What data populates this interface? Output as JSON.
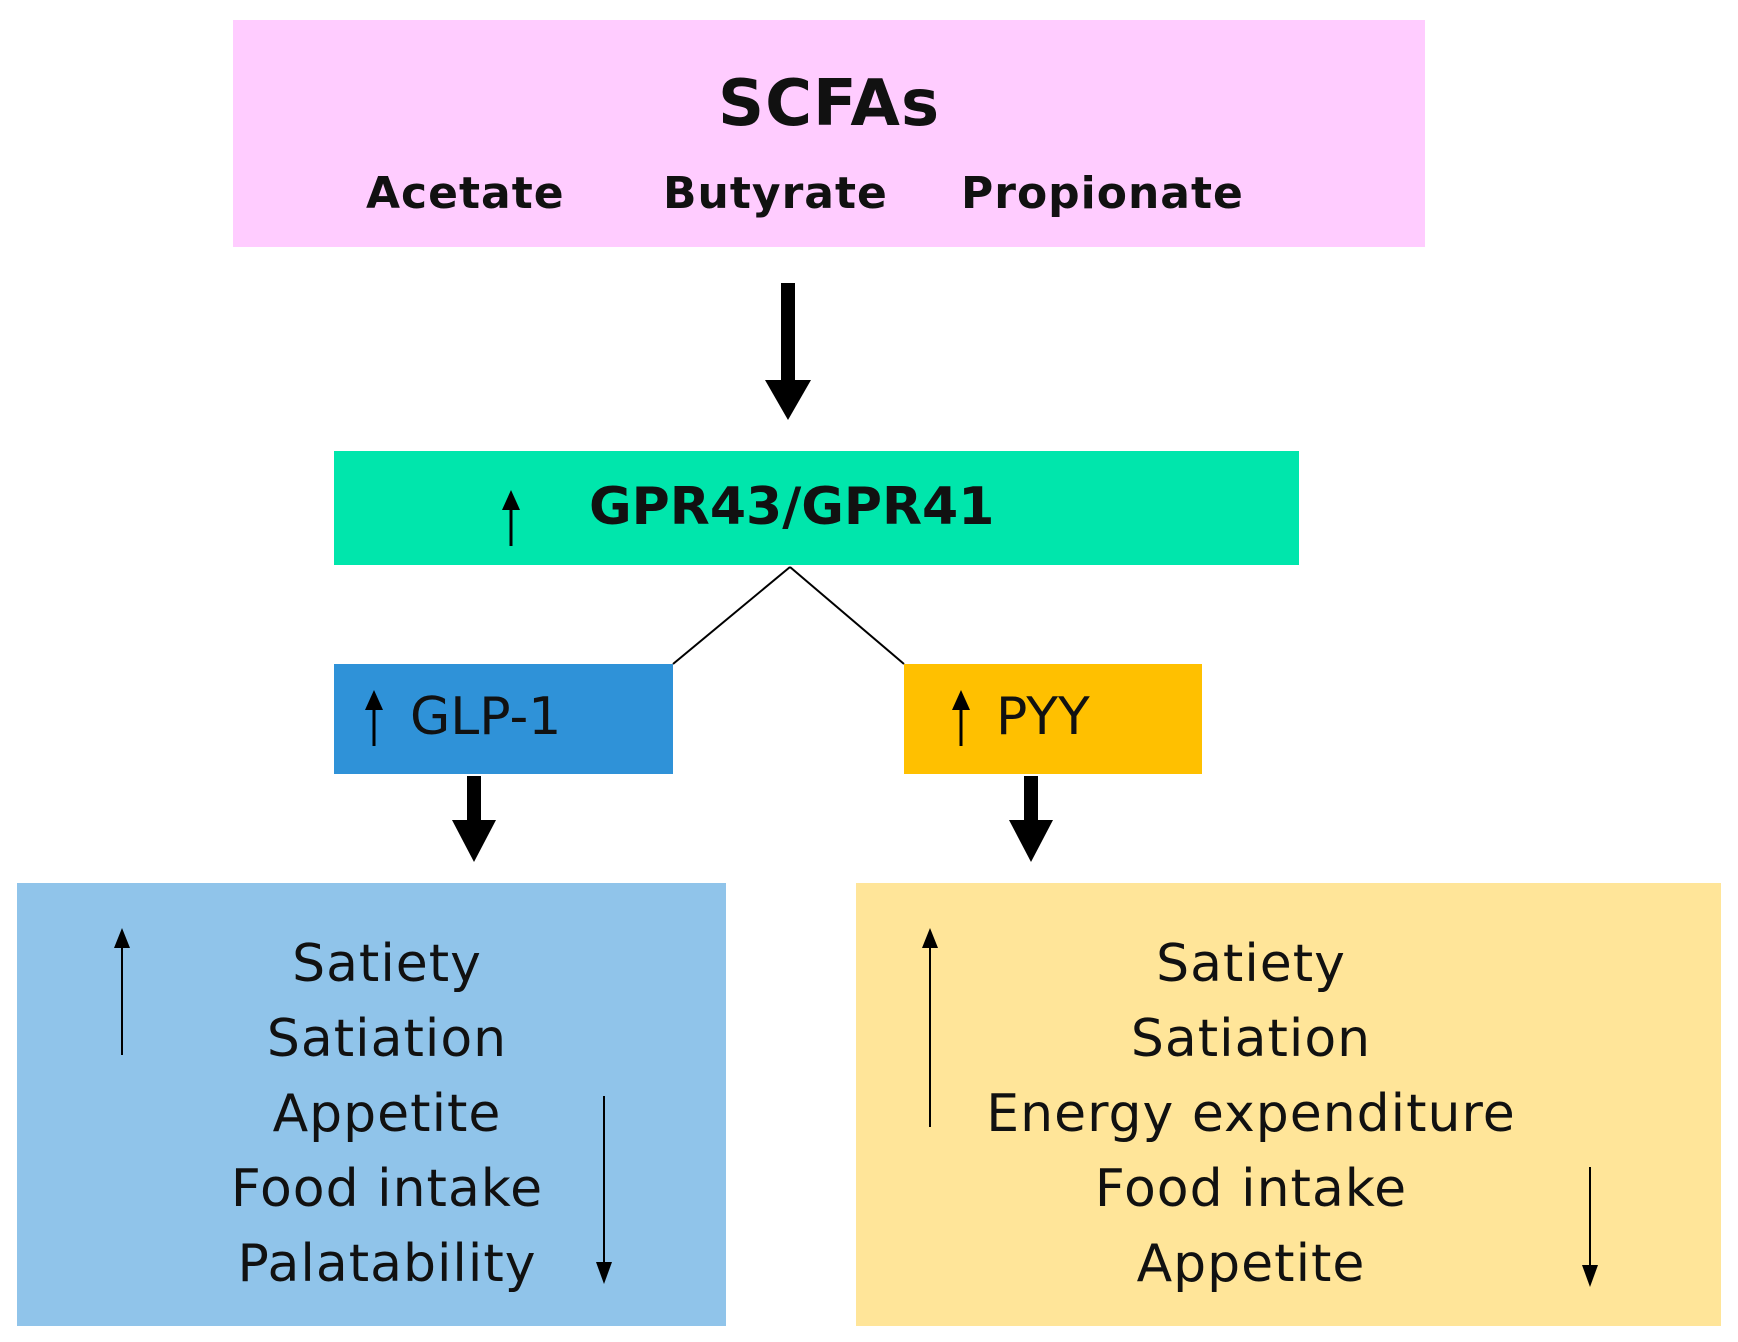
{
  "colors": {
    "scfa_box": "#ffccff",
    "gpr_box": "#00e6ac",
    "glp_box": "#2f92d8",
    "pyy_box": "#ffc000",
    "glp_effects_box": "#90c4ea",
    "pyy_effects_box": "#ffe599",
    "arrow": "#000000"
  },
  "scfa": {
    "title": "SCFAs",
    "items": [
      "Acetate",
      "Butyrate",
      "Propionate"
    ]
  },
  "receptor": {
    "label": "GPR43/GPR41",
    "direction": "up"
  },
  "hormones": {
    "glp1": {
      "label": "GLP-1",
      "direction": "up"
    },
    "pyy": {
      "label": "PYY",
      "direction": "up"
    }
  },
  "glp1_effects": {
    "items": [
      "Satiety",
      "Satiation",
      "Appetite",
      "Food intake",
      "Palatability"
    ],
    "increased": [
      "Satiety",
      "Satiation"
    ],
    "decreased": [
      "Appetite",
      "Food intake",
      "Palatability"
    ]
  },
  "pyy_effects": {
    "items": [
      "Satiety",
      "Satiation",
      "Energy expenditure",
      "Food intake",
      "Appetite"
    ],
    "increased": [
      "Satiety",
      "Satiation",
      "Energy expenditure"
    ],
    "decreased": [
      "Food intake",
      "Appetite"
    ]
  },
  "icons": {
    "increase": "up-arrow-icon",
    "decrease": "down-arrow-icon",
    "flow": "thick-down-arrow-icon"
  }
}
